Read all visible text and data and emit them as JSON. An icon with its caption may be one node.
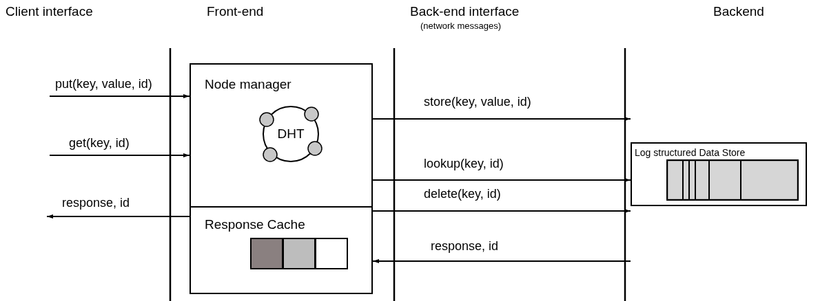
{
  "diagram": {
    "nodes": [
      {
        "text": [
          "Node manager"
        ]
      },
      {
        "text": [
          "DHT"
        ],
        "in": 0
      },
      {
        "text": [
          "Response Cache"
        ]
      },
      {
        "text": [
          "Log structured Data Store"
        ]
      }
    ],
    "edges": [
      {
        "from": null,
        "to": 0,
        "arrow": "to",
        "label": "put(key, value, id)"
      },
      {
        "from": null,
        "to": 0,
        "arrow": "to",
        "label": "get(key, id)"
      },
      {
        "from": 0,
        "to": null,
        "arrow": "to",
        "label": "response, id"
      },
      {
        "from": 0,
        "to": 3,
        "arrow": "to",
        "label": "store(key, value, id)"
      },
      {
        "from": 0,
        "to": 3,
        "arrow": "to",
        "label": "lookup(key, id)"
      },
      {
        "from": 0,
        "to": 3,
        "arrow": "to",
        "label": "delete(key, id)"
      },
      {
        "from": 3,
        "to": 2,
        "arrow": "to",
        "label": "response, id"
      }
    ],
    "labels": [
      "Client interface",
      "Front-end",
      "Back-end interface",
      "(network messages)",
      "Backend"
    ]
  }
}
